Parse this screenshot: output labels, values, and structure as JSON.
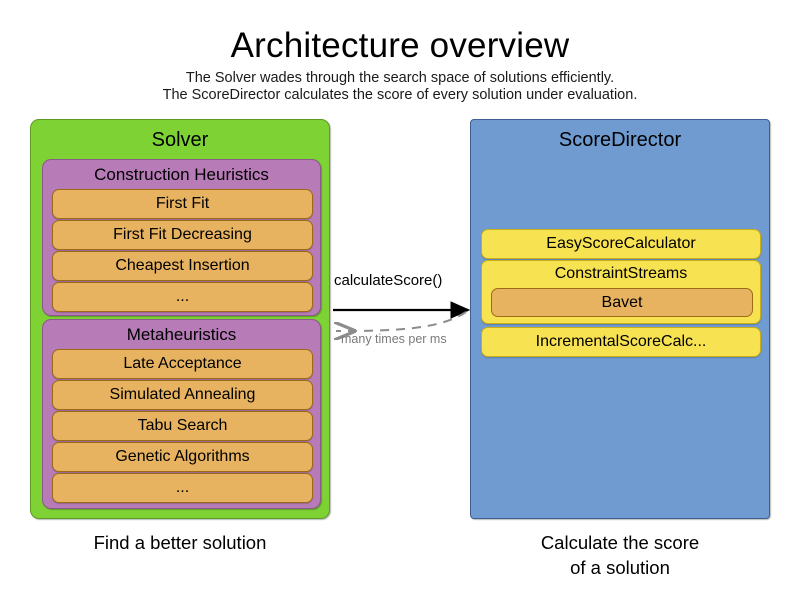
{
  "header": {
    "title": "Architecture overview",
    "subtitle_line_1": "The Solver wades through the search space of solutions efficiently.",
    "subtitle_line_2": "The ScoreDirector calculates the score of every solution under evaluation."
  },
  "colors": {
    "solver_green": "#7fd234",
    "group_purple": "#b77bb7",
    "item_orange": "#e8b361",
    "scoredirector_blue": "#6f9bd1",
    "calculator_yellow": "#f7e251",
    "arrow_solid": "#000000",
    "arrow_dashed": "#8c8c8c"
  },
  "solver": {
    "title": "Solver",
    "caption_line_1": "Find a better solution",
    "groups": [
      {
        "title": "Construction Heuristics",
        "items": [
          "First Fit",
          "First Fit Decreasing",
          "Cheapest Insertion",
          "..."
        ]
      },
      {
        "title": "Metaheuristics",
        "items": [
          "Late Acceptance",
          "Simulated Annealing",
          "Tabu Search",
          "Genetic Algorithms",
          "..."
        ]
      }
    ]
  },
  "score_director": {
    "title": "ScoreDirector",
    "caption_line_1": "Calculate the score",
    "caption_line_2": "of a solution",
    "calculators": [
      {
        "label": "EasyScoreCalculator",
        "children": []
      },
      {
        "label": "ConstraintStreams",
        "children": [
          "Bavet"
        ]
      },
      {
        "label": "IncrementalScoreCalc...",
        "children": []
      }
    ]
  },
  "connections": {
    "forward_label": "calculateScore()",
    "return_label": "many times per ms"
  }
}
